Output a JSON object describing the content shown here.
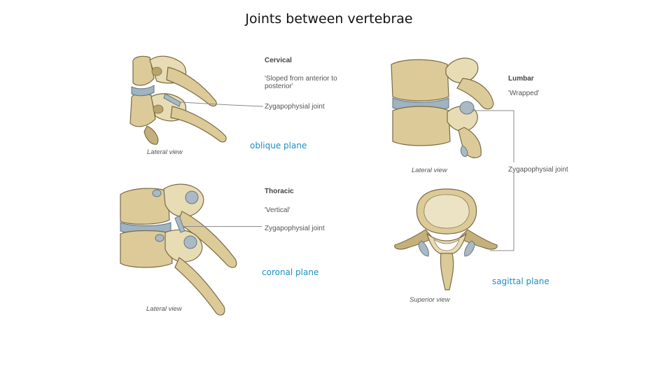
{
  "slide": {
    "title": "Joints between vertebrae"
  },
  "cervical": {
    "heading": "Cervical",
    "orientation": "'Sloped from anterior to posterior'",
    "joint_label": "Zygapophysial joint",
    "view": "Lateral view",
    "plane": "oblique plane"
  },
  "thoracic": {
    "heading": "Thoracic",
    "orientation": "'Vertical'",
    "joint_label": "Zygapophysial joint",
    "view": "Lateral view",
    "plane": "coronal plane"
  },
  "lumbar": {
    "heading": "Lumbar",
    "orientation": "'Wrapped'",
    "joint_label": "Zygapophysial joint",
    "lateral_view": "Lateral view",
    "superior_view": "Superior view",
    "plane": "sagittal plane"
  },
  "colors": {
    "bone": "#dccb98",
    "cartilage": "#9fb3c0",
    "plane_text": "#1a8fc6"
  }
}
